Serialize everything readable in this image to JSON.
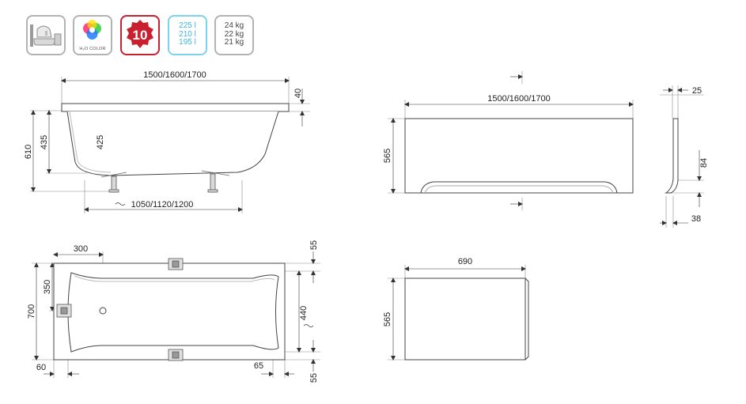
{
  "badges": {
    "color_label": "H₂O COLOR",
    "warranty_years": "10",
    "volumes": [
      "225 l",
      "210 l",
      "195 l"
    ],
    "weights": [
      "24 kg",
      "22 kg",
      "21 kg"
    ],
    "colors": {
      "red": "#c8202f",
      "cyan_text": "#3fb5df",
      "gray": "#b3b3b3"
    }
  },
  "side_view": {
    "length": "1500/1600/1700",
    "rim": "40",
    "height_total": "610",
    "depth_outer": "435",
    "depth_inner": "425",
    "leg_span": "1050/1120/1200"
  },
  "top_view": {
    "offset_top": "300",
    "width": "700",
    "half_width": "350",
    "inner_width": "440",
    "rim_top": "55",
    "rim_bottom": "55",
    "end_left": "60",
    "end_right": "65"
  },
  "front_panel": {
    "length": "1500/1600/1700",
    "height": "565",
    "thickness": "25",
    "foot_height": "84",
    "foot_depth": "38"
  },
  "side_panel": {
    "width": "690",
    "height": "565"
  }
}
